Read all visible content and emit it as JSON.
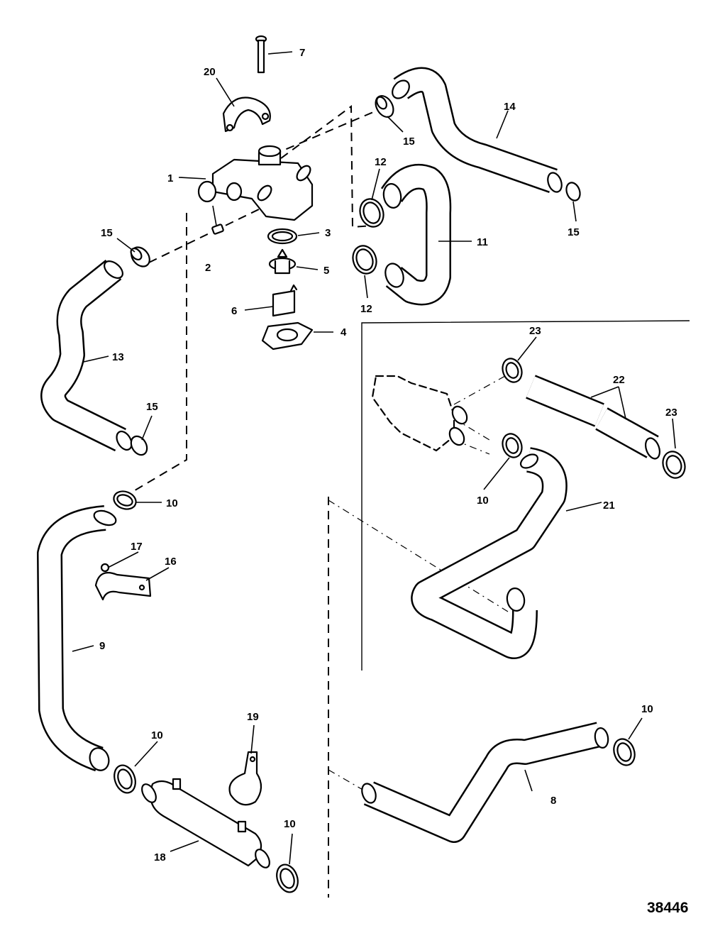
{
  "figure_number": "38446",
  "callouts": [
    {
      "id": "c1",
      "text": "1"
    },
    {
      "id": "c2",
      "text": "2"
    },
    {
      "id": "c3",
      "text": "3"
    },
    {
      "id": "c4",
      "text": "4"
    },
    {
      "id": "c5",
      "text": "5"
    },
    {
      "id": "c6",
      "text": "6"
    },
    {
      "id": "c7",
      "text": "7"
    },
    {
      "id": "c8",
      "text": "8"
    },
    {
      "id": "c9",
      "text": "9"
    },
    {
      "id": "c10a",
      "text": "10"
    },
    {
      "id": "c10b",
      "text": "10"
    },
    {
      "id": "c10c",
      "text": "10"
    },
    {
      "id": "c10d",
      "text": "10"
    },
    {
      "id": "c10e",
      "text": "10"
    },
    {
      "id": "c11",
      "text": "11"
    },
    {
      "id": "c12a",
      "text": "12"
    },
    {
      "id": "c12b",
      "text": "12"
    },
    {
      "id": "c13",
      "text": "13"
    },
    {
      "id": "c14",
      "text": "14"
    },
    {
      "id": "c15a",
      "text": "15"
    },
    {
      "id": "c15b",
      "text": "15"
    },
    {
      "id": "c15c",
      "text": "15"
    },
    {
      "id": "c15d",
      "text": "15"
    },
    {
      "id": "c16",
      "text": "16"
    },
    {
      "id": "c17",
      "text": "17"
    },
    {
      "id": "c18",
      "text": "18"
    },
    {
      "id": "c19",
      "text": "19"
    },
    {
      "id": "c20",
      "text": "20"
    },
    {
      "id": "c21",
      "text": "21"
    },
    {
      "id": "c22",
      "text": "22"
    },
    {
      "id": "c23a",
      "text": "23"
    },
    {
      "id": "c23b",
      "text": "23"
    }
  ]
}
